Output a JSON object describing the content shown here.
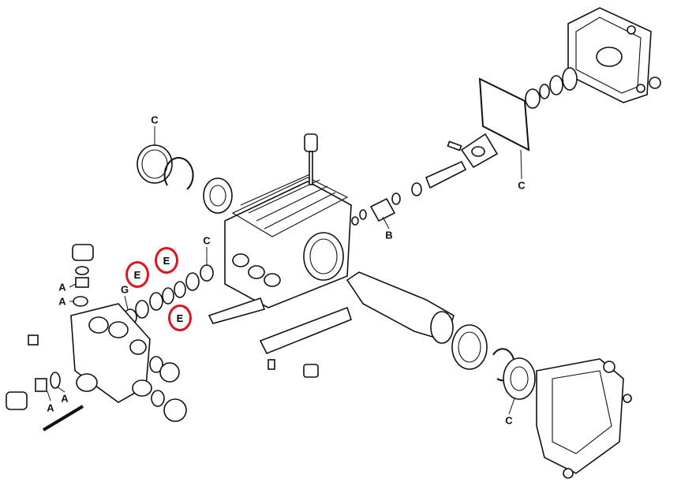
{
  "diagram": {
    "title": "Pump exploded view",
    "highlight_color": "#e0141e",
    "labels": {
      "c1": "C",
      "c2": "C",
      "c3": "C",
      "c4": "C",
      "b": "B",
      "g": "G",
      "a1": "A",
      "a2": "A",
      "a3": "A",
      "a4": "A",
      "e1": "E",
      "e2": "E",
      "e3": "E"
    }
  }
}
